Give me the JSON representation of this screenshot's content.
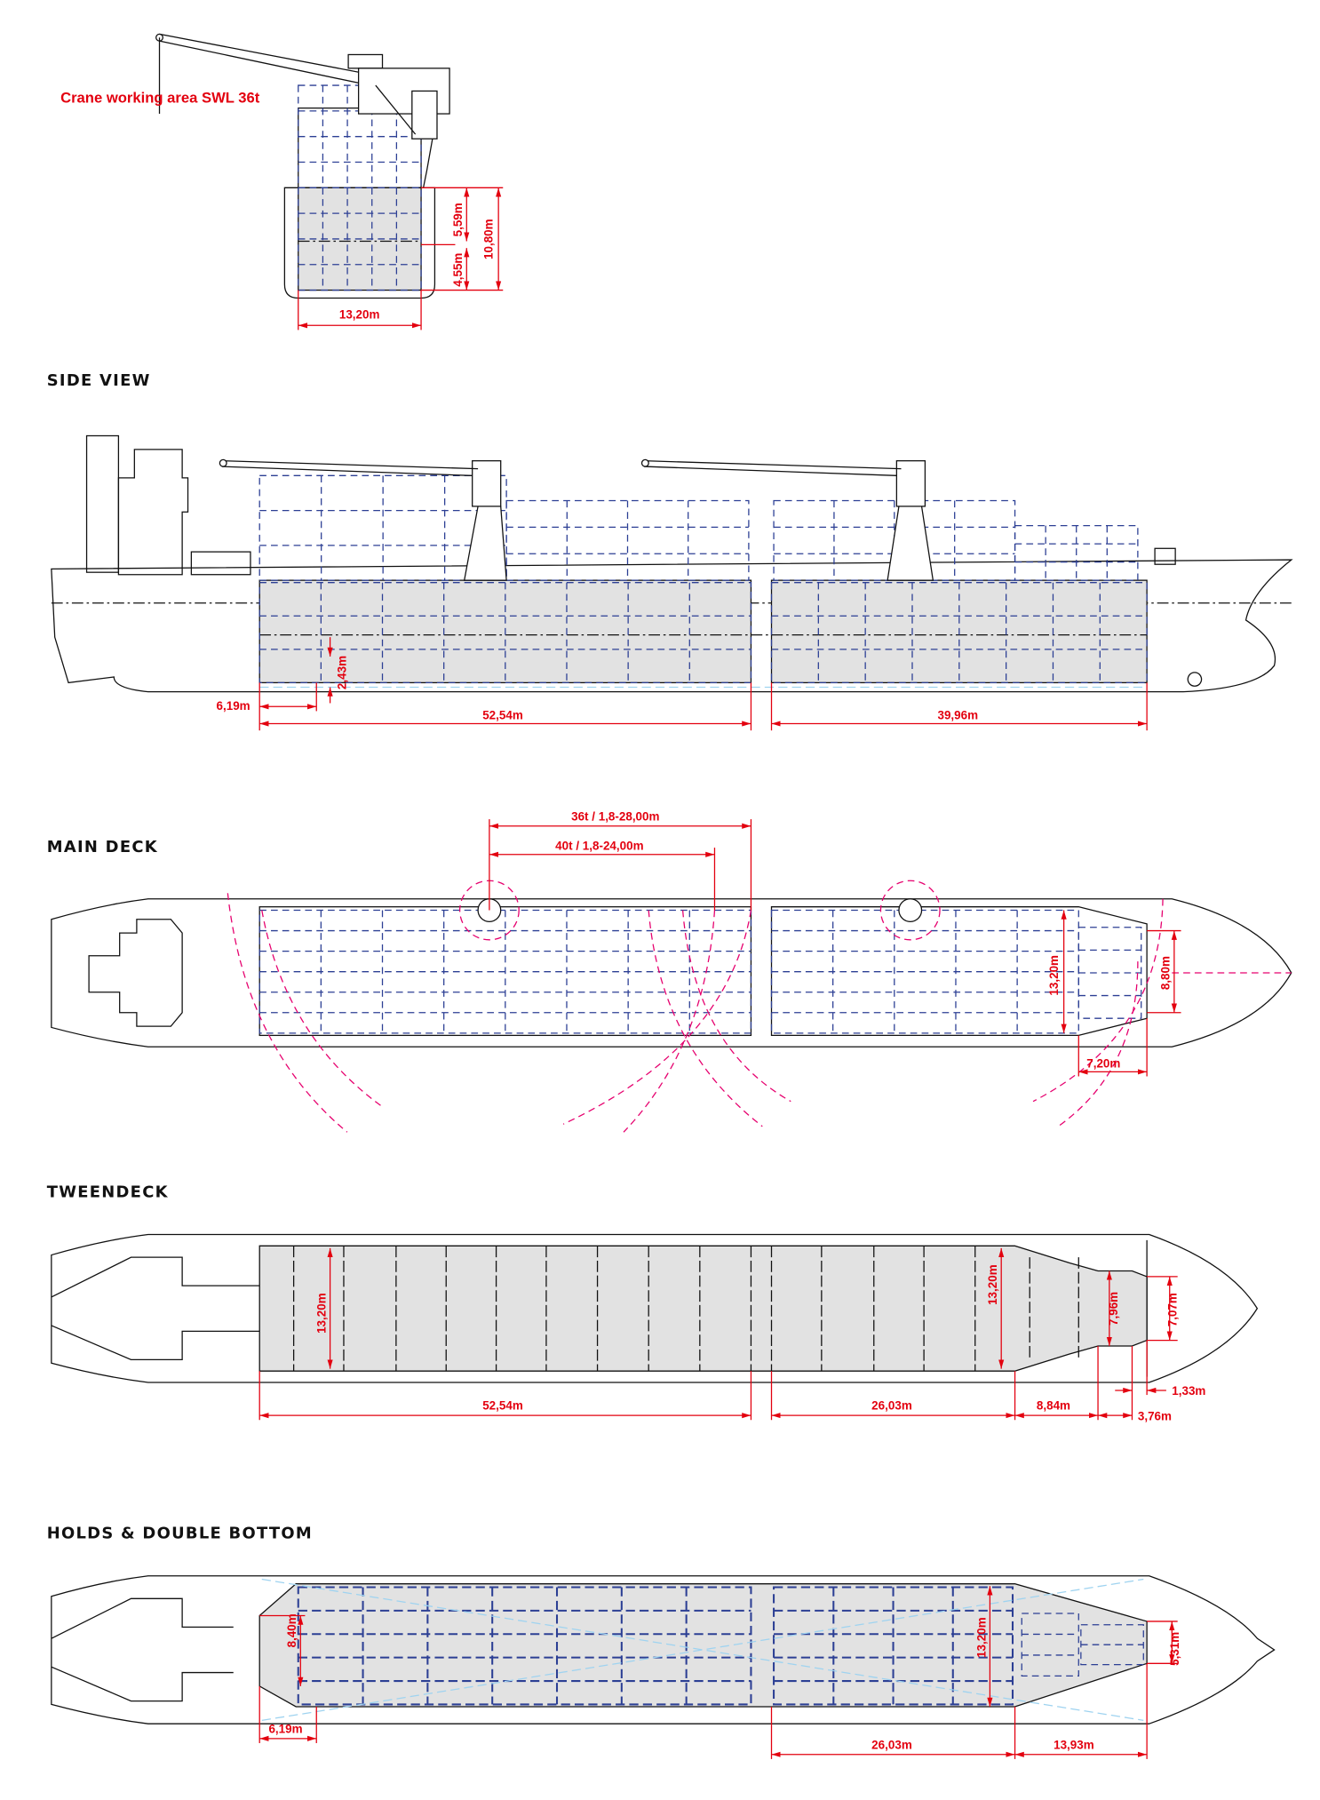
{
  "midship_section": {
    "crane_label": "Crane working area SWL 36t",
    "dims": {
      "upper_height": "5,59m",
      "lower_height": "4,55m",
      "total_height": "10,80m",
      "width": "13,20m"
    }
  },
  "side_view": {
    "title": "SIDE VIEW",
    "dims": {
      "aft_offset": "6,19m",
      "tween_height": "2,43m",
      "hold1_length": "52,54m",
      "hold2_length": "39,96m"
    }
  },
  "main_deck": {
    "title": "MAIN DECK",
    "dims": {
      "crane_36t": "36t / 1,8-28,00m",
      "crane_40t": "40t / 1,8-24,00m",
      "hatch_width": "13,20m",
      "fwd_width": "8,80m",
      "fwd_length": "7,20m"
    }
  },
  "tweendeck": {
    "title": "TWEENDECK",
    "dims": {
      "aft_width": "13,20m",
      "fwd_width": "13,20m",
      "taper_width": "7,96m",
      "end_width": "7,07m",
      "hold1_length": "52,54m",
      "hold2_length": "26,03m",
      "taper_length": "8,84m",
      "step_length": "3,76m",
      "end_length": "1,33m"
    }
  },
  "holds": {
    "title": "HOLDS & DOUBLE BOTTOM",
    "dims": {
      "aft_width": "8,40m",
      "fwd_width": "13,20m",
      "end_width": "5,31m",
      "aft_offset": "6,19m",
      "hold2_length": "26,03m",
      "taper_length": "13,93m"
    }
  },
  "colors": {
    "dimension": "#e3000f",
    "container": "#2c3f94",
    "hold_fill": "#e2e2e2",
    "crane_arc": "#e6006e"
  }
}
